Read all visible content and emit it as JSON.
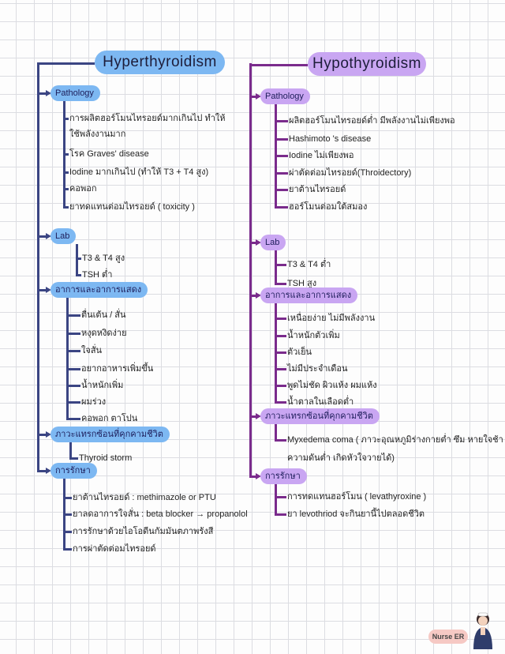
{
  "colors": {
    "left_line": "#3b4583",
    "left_pill": "#7db8f2",
    "right_line": "#7a2b8c",
    "right_pill": "#c9a6f2",
    "badge": "#f6c9c4"
  },
  "left": {
    "title": "Hyperthyroidism",
    "sections": [
      {
        "label": "Pathology",
        "items": [
          "การผลิตฮอร์โมนไทรอยด์มากเกินไป ทำให้",
          "ใช้พลังงานมาก",
          "โรค Graves' disease",
          "Iodine มากเกินไป (ทำให้ T3 + T4 สูง)",
          "คอพอก",
          "ยาทดแทนต่อมไทรอยด์ ( toxicity )"
        ]
      },
      {
        "label": "Lab",
        "items": [
          "T3 & T4 สูง",
          "TSH ต่ำ"
        ]
      },
      {
        "label": "อาการและอาการแสดง",
        "items": [
          "ตื่นเต้น / สั่น",
          "หงุดหงิดง่าย",
          "ใจสั่น",
          "อยากอาหารเพิ่มขึ้น",
          "น้ำหนักเพิ่ม",
          "ผมร่วง",
          "คอพอก ตาโปน"
        ]
      },
      {
        "label": "ภาวะแทรกซ้อนที่คุกคามชีวิต",
        "items": [
          "Thyroid storm"
        ]
      },
      {
        "label": "การรักษา",
        "items": [
          "ยาต้านไทรอยด์ : methimazole or PTU",
          "ยาลดอาการใจสั่น : beta blocker → propanolol",
          "การรักษาด้วยไอโอดีนกัมมันตภาพรังสี",
          "การผ่าตัดต่อมไทรอยด์"
        ]
      }
    ]
  },
  "right": {
    "title": "Hypothyroidism",
    "sections": [
      {
        "label": "Pathology",
        "items": [
          "ผลิตฮอร์โมนไทรอยด์ต่ำ มีพลังงานไม่เพียงพอ",
          "Hashimoto 's disease",
          "Iodine ไม่เพียงพอ",
          "ผ่าตัดต่อมไทรอยด์(Throidectory)",
          "ยาต้านไทรอยด์",
          "ฮอร์โมนต่อมใต้สมอง"
        ]
      },
      {
        "label": "Lab",
        "items": [
          "T3 & T4 ต่ำ",
          "TSH สูง"
        ]
      },
      {
        "label": "อาการและอาการแสดง",
        "items": [
          "เหนื่อยง่าย ไม่มีพลังงาน",
          "น้ำหนักตัวเพิ่ม",
          "ตัวเย็น",
          "ไม่มีประจำเดือน",
          "พูดไม่ชัด ผิวแห้ง ผมแห้ง",
          "น้ำตาลในเลือดต่ำ"
        ]
      },
      {
        "label": "ภาวะแทรกซ้อนที่คุกคามชีวิต",
        "items": [
          "Myxedema coma ( ภาวะอุณหภูมิร่างกายต่ำ ซึม หายใจช้า",
          "ความดันต่ำ เกิดหัวใจวายได้)"
        ]
      },
      {
        "label": "การรักษา",
        "items": [
          "การทดแทนฮอร์โมน ( levathyroxine )",
          "ยา levothriod จะกินยานี้ไปตลอดชีวิต"
        ]
      }
    ]
  },
  "footer": {
    "badge": "Nurse ER"
  }
}
